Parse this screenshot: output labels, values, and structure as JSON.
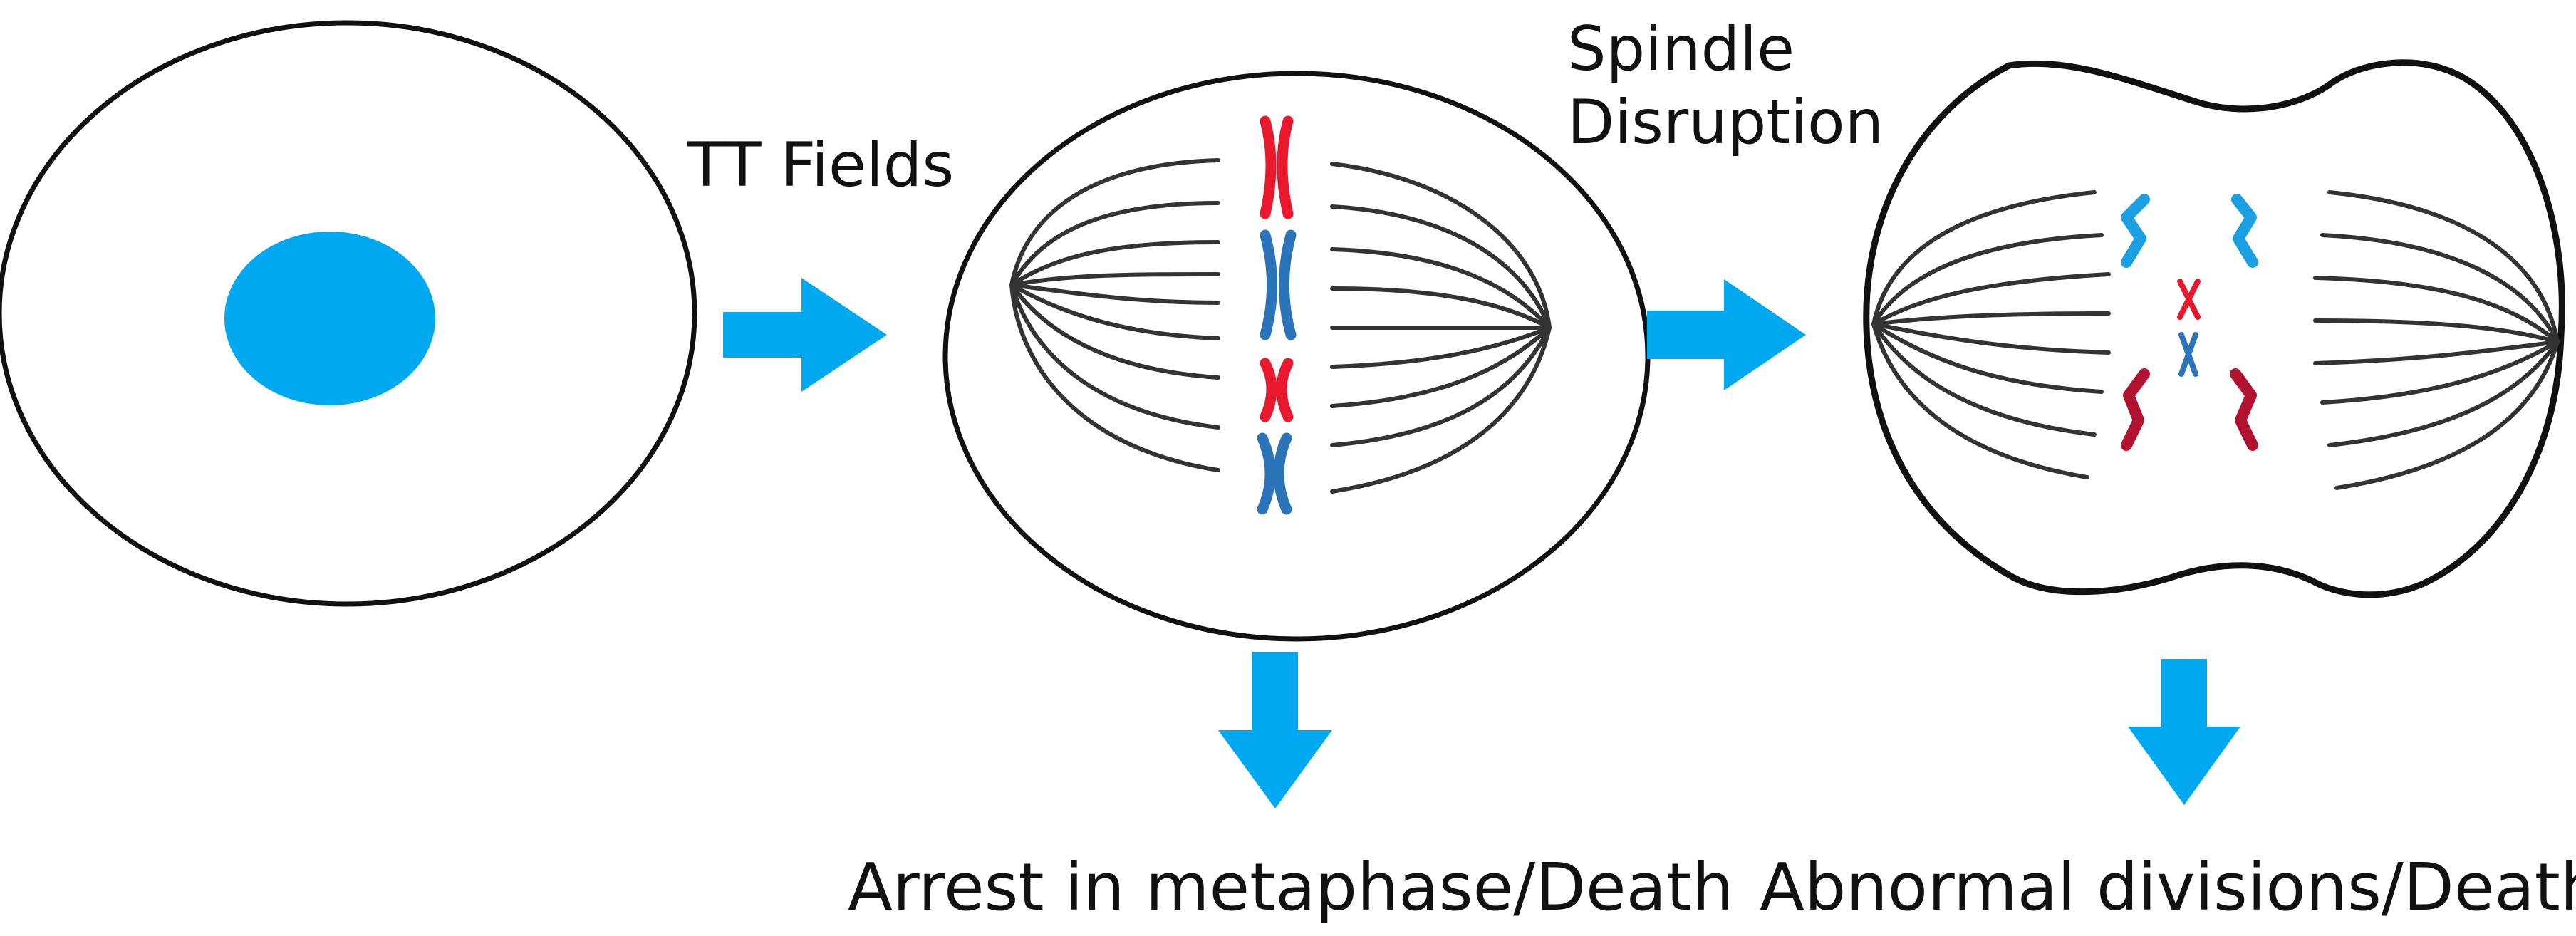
{
  "labels": {
    "tt_fields": "TT Fields",
    "spindle_line1": "Spindle",
    "spindle_line2": "Disruption",
    "outcome_metaphase": "Arrest in metaphase/Death",
    "outcome_division": "Abnormal divisions/Death"
  },
  "colors": {
    "arrow": "#00a8ef",
    "nucleus": "#00a8ef",
    "cell_outline": "#111111",
    "spindle_fiber": "#333333",
    "chromosome_red": "#e8192c",
    "chromosome_dark_red": "#b01230",
    "chromosome_blue": "#2b74b9",
    "chromosome_light_blue": "#1aa0e0"
  }
}
